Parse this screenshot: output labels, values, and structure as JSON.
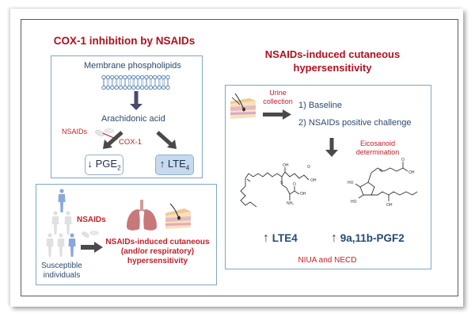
{
  "left_panel": {
    "title": "COX-1 inhibition  by NSAIDs",
    "pathway": {
      "membrane_label": "Membrane phospholipids",
      "arachidonic_label": "Arachidonic acid",
      "nsaids_label": "NSAIDs",
      "cox1_label": "COX-1",
      "pge2": {
        "arrow": "↓",
        "name": "PGE",
        "subscript": "2"
      },
      "lte4": {
        "arrow": "↑",
        "name": "LTE",
        "subscript": "4"
      }
    },
    "susceptibility": {
      "population_label_line1": "Susceptible",
      "population_label_line2": "individuals",
      "nsaids_label": "NSAIDs",
      "outcome_line1": "NSAIDs-induced cutaneous",
      "outcome_line2": "(and/or respiratory)",
      "outcome_line3": "hypersensitivity"
    }
  },
  "right_panel": {
    "title_line1": "NSAIDs-induced cutaneous",
    "title_line2": "hypersensitivity",
    "urine_line1": "Urine",
    "urine_line2": "collection",
    "step1": "1) Baseline",
    "step2": "2) NSAIDs positive challenge",
    "eicosanoid_line1": "Eicosanoid",
    "eicosanoid_line2": "determination",
    "molecule1": {
      "arrow": "↑",
      "name": "LTE4",
      "labels": [
        "OH",
        "O",
        "OH",
        "S",
        "O",
        "OH",
        "NH₂"
      ]
    },
    "molecule2": {
      "arrow": "↑",
      "name": "9a,11b-PGF2",
      "labels": [
        "O",
        "OH",
        "HO",
        "HO",
        "OH"
      ]
    },
    "footer": "NIUA and NECD"
  },
  "colors": {
    "title_red": "#b01020",
    "navy_text": "#2d4a6c",
    "box_border": "#7ea6c8",
    "lte4_fill": "#c6d9ee"
  }
}
